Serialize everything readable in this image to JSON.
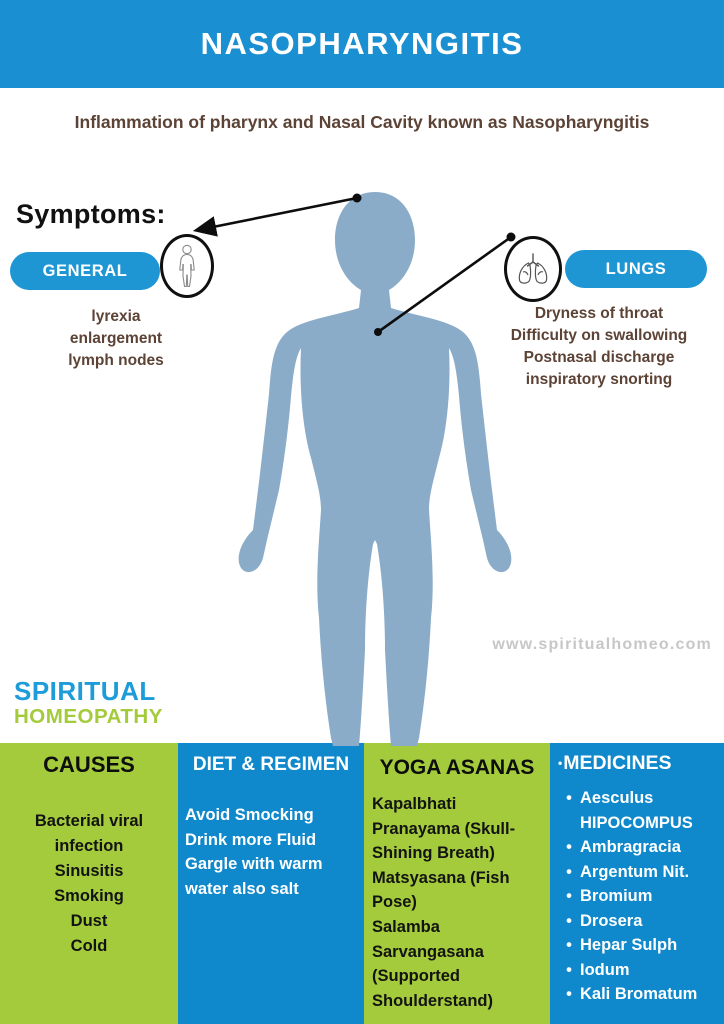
{
  "title": "NASOPHARYNGITIS",
  "subtitle": "Inflammation of pharynx and Nasal Cavity known as Nasopharyngitis",
  "symptoms_heading": "Symptoms:",
  "general": {
    "label": "GENERAL",
    "icon": "human-figure-icon",
    "items": [
      "lyrexia",
      "enlargement",
      "lymph nodes"
    ]
  },
  "lungs": {
    "label": "LUNGS",
    "icon": "lungs-icon",
    "items": [
      "Dryness of throat",
      "Difficulty on swallowing",
      "Postnasal discharge",
      "inspiratory snorting"
    ]
  },
  "watermark": "www.spiritualhomeo.com",
  "logo": {
    "line1": "SPIRITUAL",
    "line2": "HOMEOPATHY"
  },
  "columns": [
    {
      "title": "CAUSES",
      "theme": "green",
      "items": [
        "Bacterial viral infection",
        "Sinusitis",
        "Smoking",
        "Dust",
        "Cold"
      ]
    },
    {
      "title": "DIET & REGIMEN",
      "theme": "blue",
      "items": [
        "Avoid Smocking",
        "Drink more Fluid",
        "Gargle with warm water also salt"
      ]
    },
    {
      "title": "YOGA ASANAS",
      "theme": "green",
      "items": [
        "Kapalbhati Pranayama (Skull-Shining Breath)",
        "Matsyasana (Fish Pose)",
        "Salamba Sarvangasana (Supported Shoulderstand)"
      ]
    },
    {
      "title": "MEDICINES",
      "theme": "blue",
      "header_bullet": "•",
      "items": [
        "Aesculus HIPOCOMPUS",
        "Ambragracia",
        "Argentum Nit.",
        "Bromium",
        "Drosera",
        "Hepar Sulph",
        "Iodum",
        "Kali Bromatum"
      ]
    }
  ],
  "colors": {
    "banner_blue": "#1A8FD1",
    "pill_blue": "#1E96D4",
    "column_blue": "#0F89CB",
    "column_green": "#A4CB3B",
    "logo_blue": "#1E9CD9",
    "logo_green": "#A4CB3B",
    "text_brown": "#5C4336",
    "body_silhouette": "#8BACC8",
    "watermark_gray": "#C7C7C7"
  }
}
